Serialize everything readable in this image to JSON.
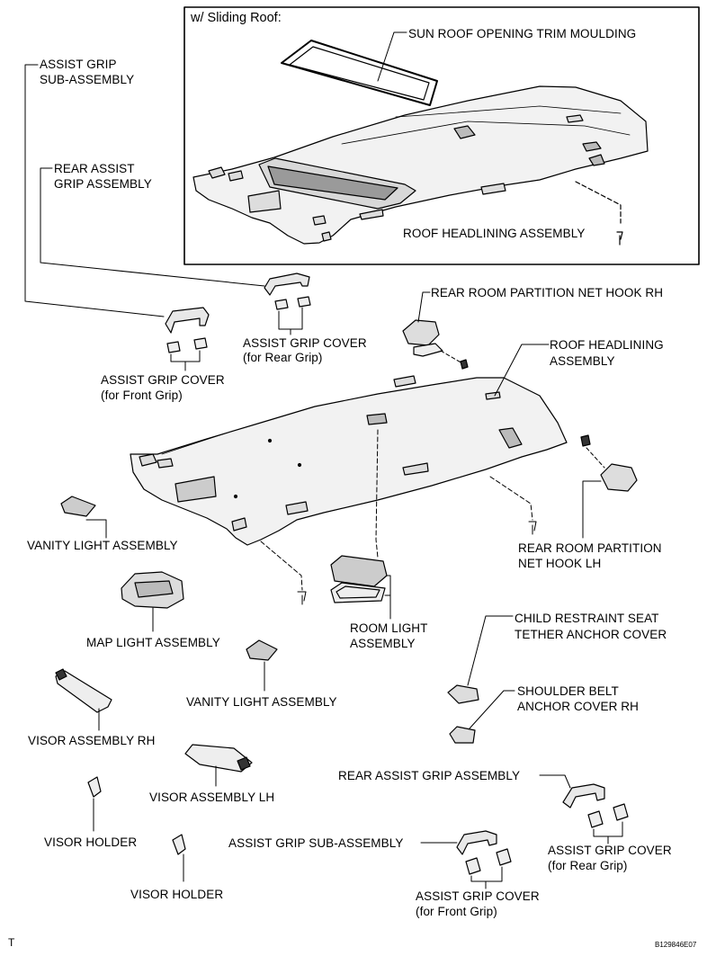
{
  "inset": {
    "title": "w/ Sliding Roof:",
    "sun_roof_trim": "SUN ROOF OPENING TRIM MOULDING",
    "roof_headlining": "ROOF HEADLINING ASSEMBLY"
  },
  "labels": {
    "assist_grip_sub_l1": "ASSIST GRIP",
    "assist_grip_sub_l2": "SUB-ASSEMBLY",
    "rear_assist_grip_l1": "REAR ASSIST",
    "rear_assist_grip_l2": "GRIP ASSEMBLY",
    "grip_cover_rear_l1": "ASSIST GRIP COVER",
    "grip_cover_rear_l2": "(for Rear Grip)",
    "grip_cover_front_l1": "ASSIST GRIP COVER",
    "grip_cover_front_l2": "(for Front Grip)",
    "net_hook_rh": "REAR ROOM PARTITION NET HOOK RH",
    "roof_headlining_l1": "ROOF HEADLINING",
    "roof_headlining_l2": "ASSEMBLY",
    "vanity_light_1": "VANITY LIGHT ASSEMBLY",
    "net_hook_lh_l1": "REAR ROOM PARTITION",
    "net_hook_lh_l2": "NET HOOK LH",
    "map_light": "MAP LIGHT ASSEMBLY",
    "room_light_l1": "ROOM LIGHT",
    "room_light_l2": "ASSEMBLY",
    "child_restraint_l1": "CHILD RESTRAINT SEAT",
    "child_restraint_l2": "TETHER ANCHOR COVER",
    "vanity_light_2": "VANITY LIGHT ASSEMBLY",
    "shoulder_belt_l1": "SHOULDER BELT",
    "shoulder_belt_l2": "ANCHOR COVER RH",
    "visor_rh": "VISOR ASSEMBLY RH",
    "rear_assist_grip_2": "REAR ASSIST GRIP ASSEMBLY",
    "visor_lh": "VISOR ASSEMBLY LH",
    "visor_holder_1": "VISOR HOLDER",
    "assist_grip_sub_2": "ASSIST GRIP SUB-ASSEMBLY",
    "grip_cover_rear2_l1": "ASSIST GRIP COVER",
    "grip_cover_rear2_l2": "(for Rear Grip)",
    "visor_holder_2": "VISOR HOLDER",
    "grip_cover_front2_l1": "ASSIST GRIP COVER",
    "grip_cover_front2_l2": "(for Front Grip)"
  },
  "footer": {
    "corner_mark": "T",
    "figure_code": "B129846E07"
  }
}
